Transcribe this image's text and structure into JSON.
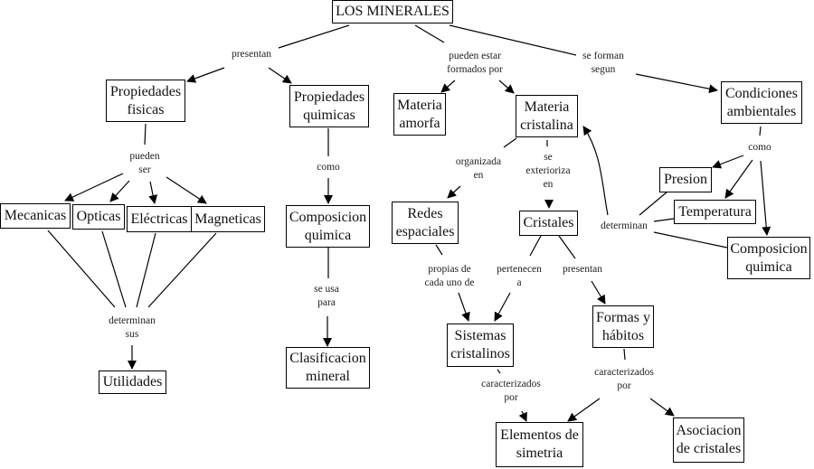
{
  "diagram": {
    "type": "concept-map",
    "title": "LOS MINERALES",
    "nodes": [
      {
        "id": "minerales",
        "text": "LOS MINERALES"
      },
      {
        "id": "prop_fisicas",
        "text": "Propiedades\nfisicas"
      },
      {
        "id": "prop_quimicas",
        "text": "Propiedades\nquimicas"
      },
      {
        "id": "materia_amorfa",
        "text": "Materia\namorfa"
      },
      {
        "id": "materia_cristalina",
        "text": "Materia\ncristalina"
      },
      {
        "id": "condiciones",
        "text": "Condiciones\nambientales"
      },
      {
        "id": "mecanicas",
        "text": "Mecanicas"
      },
      {
        "id": "opticas",
        "text": "Opticas"
      },
      {
        "id": "electricas",
        "text": "Eléctricas"
      },
      {
        "id": "magneticas",
        "text": "Magneticas"
      },
      {
        "id": "utilidades",
        "text": "Utilidades"
      },
      {
        "id": "composicion1",
        "text": "Composicion\nquimica"
      },
      {
        "id": "clasificacion",
        "text": "Clasificacion\nmineral"
      },
      {
        "id": "redes",
        "text": "Redes\nespaciales"
      },
      {
        "id": "cristales",
        "text": "Cristales"
      },
      {
        "id": "sistemas",
        "text": "Sistemas\ncristalinos"
      },
      {
        "id": "formas",
        "text": "Formas y\nhábitos"
      },
      {
        "id": "elementos",
        "text": "Elementos de\nsimetria"
      },
      {
        "id": "asociacion",
        "text": "Asociacion\nde cristales"
      },
      {
        "id": "presion",
        "text": "Presion"
      },
      {
        "id": "temperatura",
        "text": "Temperatura"
      },
      {
        "id": "composicion2",
        "text": "Composicion\nquimica"
      }
    ],
    "linking_phrases": [
      {
        "id": "presentan1",
        "text": "presentan"
      },
      {
        "id": "pueden_estar",
        "text": "pueden estar\nformados por"
      },
      {
        "id": "se_forman",
        "text": "se forman\nsegun"
      },
      {
        "id": "pueden_ser",
        "text": "pueden\nser"
      },
      {
        "id": "determinan_sus",
        "text": "determinan\nsus"
      },
      {
        "id": "como1",
        "text": "como"
      },
      {
        "id": "se_usa",
        "text": "se usa\npara"
      },
      {
        "id": "organizada",
        "text": "organizada\nen"
      },
      {
        "id": "exterioriza",
        "text": "se\nexterioriza\nen"
      },
      {
        "id": "propias",
        "text": "propias de\ncada uno de"
      },
      {
        "id": "pertenecen",
        "text": "pertenecen\na"
      },
      {
        "id": "presentan2",
        "text": "presentan"
      },
      {
        "id": "caract1",
        "text": "caracterizados\npor"
      },
      {
        "id": "caract2",
        "text": "caracterizados\npor"
      },
      {
        "id": "como2",
        "text": "como"
      },
      {
        "id": "determinan2",
        "text": "determinan"
      }
    ],
    "relations": [
      {
        "from": "minerales",
        "via": "presentan1",
        "to": [
          "prop_fisicas",
          "prop_quimicas"
        ]
      },
      {
        "from": "minerales",
        "via": "pueden_estar",
        "to": [
          "materia_amorfa",
          "materia_cristalina"
        ]
      },
      {
        "from": "minerales",
        "via": "se_forman",
        "to": [
          "condiciones"
        ]
      },
      {
        "from": "prop_fisicas",
        "via": "pueden_ser",
        "to": [
          "mecanicas",
          "opticas",
          "electricas",
          "magneticas"
        ]
      },
      {
        "from": [
          "mecanicas",
          "opticas",
          "electricas",
          "magneticas"
        ],
        "via": "determinan_sus",
        "to": [
          "utilidades"
        ]
      },
      {
        "from": "prop_quimicas",
        "via": "como1",
        "to": [
          "composicion1"
        ]
      },
      {
        "from": "composicion1",
        "via": "se_usa",
        "to": [
          "clasificacion"
        ]
      },
      {
        "from": "materia_cristalina",
        "via": "organizada",
        "to": [
          "redes"
        ]
      },
      {
        "from": "materia_cristalina",
        "via": "exterioriza",
        "to": [
          "cristales"
        ]
      },
      {
        "from": "redes",
        "via": "propias",
        "to": [
          "sistemas"
        ]
      },
      {
        "from": "cristales",
        "via": "pertenecen",
        "to": [
          "sistemas"
        ]
      },
      {
        "from": "cristales",
        "via": "presentan2",
        "to": [
          "formas"
        ]
      },
      {
        "from": "sistemas",
        "via": "caract1",
        "to": [
          "elementos"
        ]
      },
      {
        "from": "formas",
        "via": "caract2",
        "to": [
          "elementos",
          "asociacion"
        ]
      },
      {
        "from": "condiciones",
        "via": "como2",
        "to": [
          "presion",
          "temperatura",
          "composicion2"
        ]
      },
      {
        "from": [
          "presion",
          "temperatura",
          "composicion2"
        ],
        "via": "determinan2",
        "to": [
          "materia_cristalina"
        ]
      }
    ]
  }
}
